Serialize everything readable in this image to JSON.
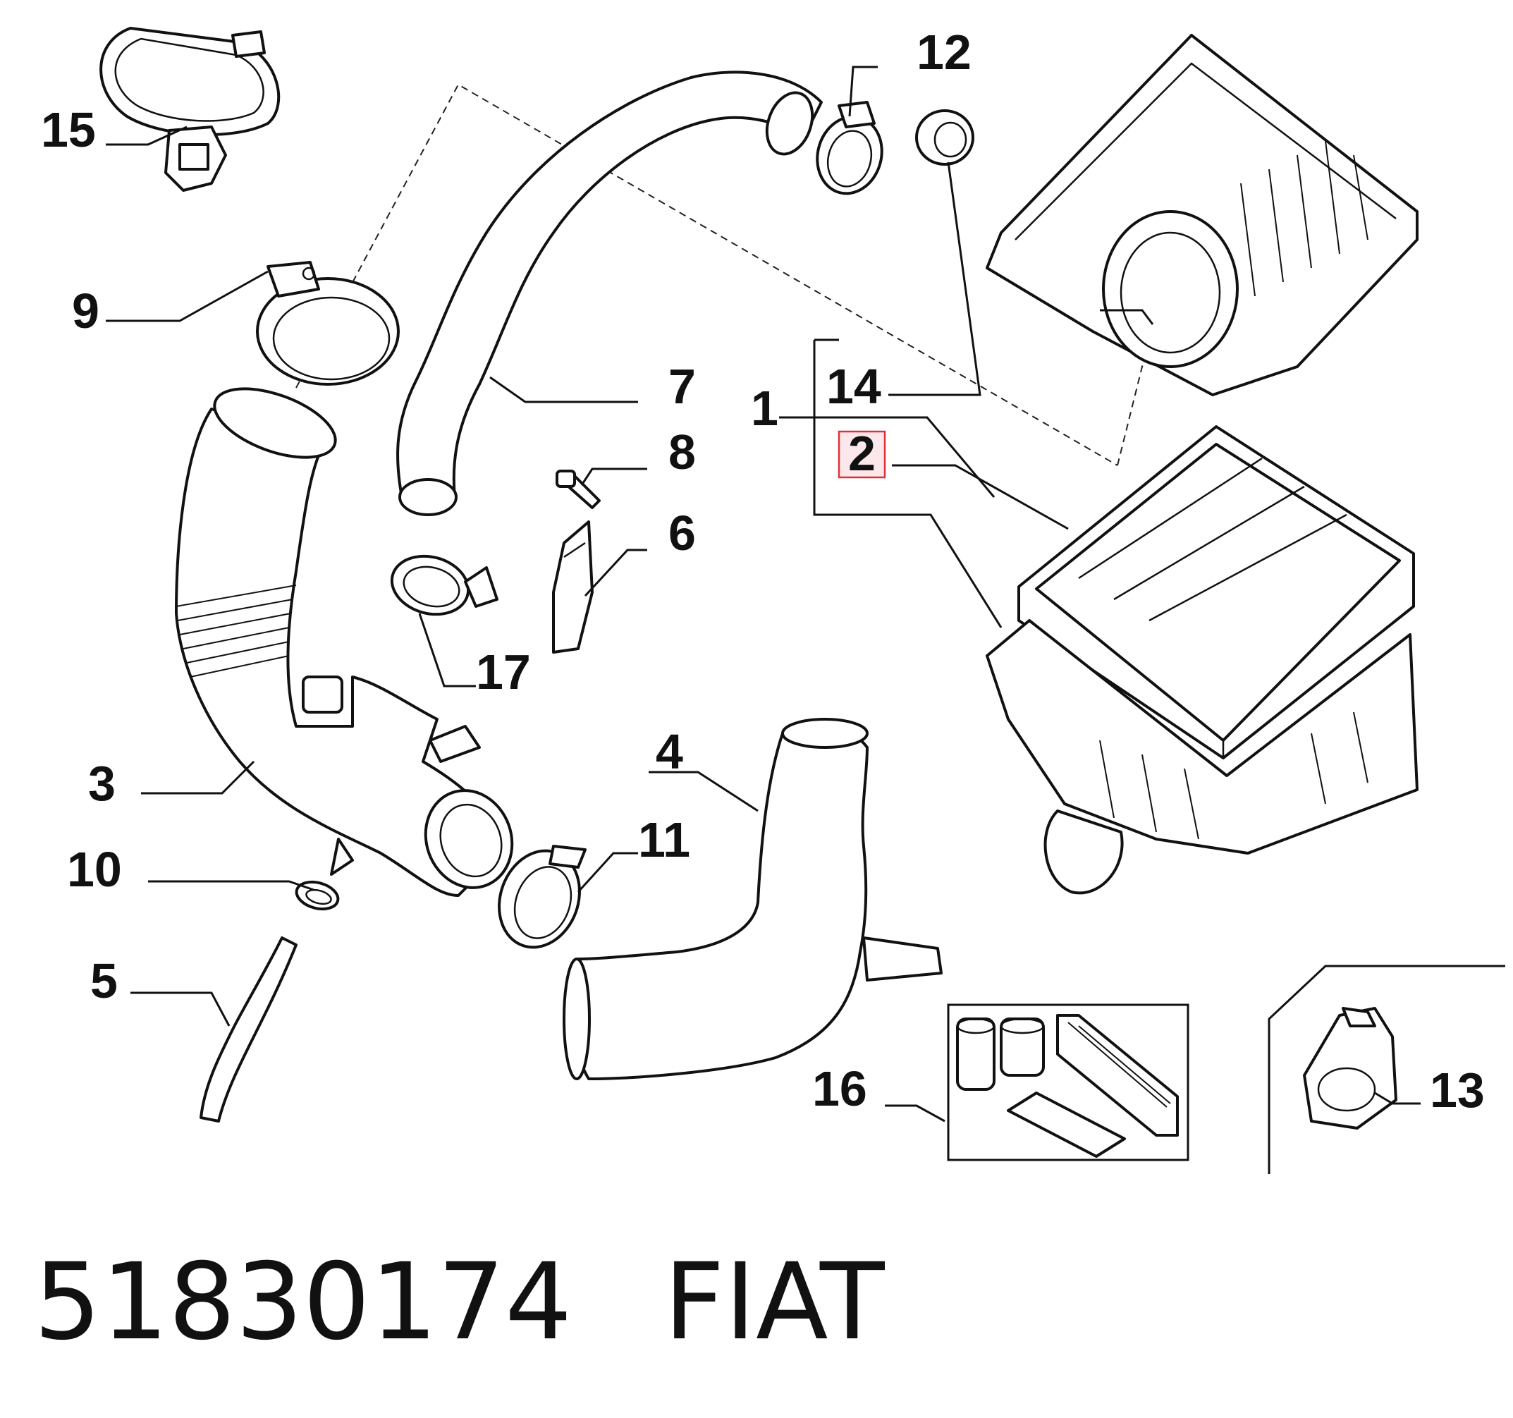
{
  "callouts": {
    "c1": "1",
    "c2": "2",
    "c3": "3",
    "c4": "4",
    "c5": "5",
    "c6": "6",
    "c7": "7",
    "c8": "8",
    "c9": "9",
    "c10": "10",
    "c11": "11",
    "c12": "12",
    "c13": "13",
    "c14": "14",
    "c15": "15",
    "c16": "16",
    "c17": "17"
  },
  "highlight_color": "#e0303a",
  "highlight_fill": "#fce8ea",
  "footer": {
    "part_number": "51830174",
    "brand": "FIAT"
  }
}
